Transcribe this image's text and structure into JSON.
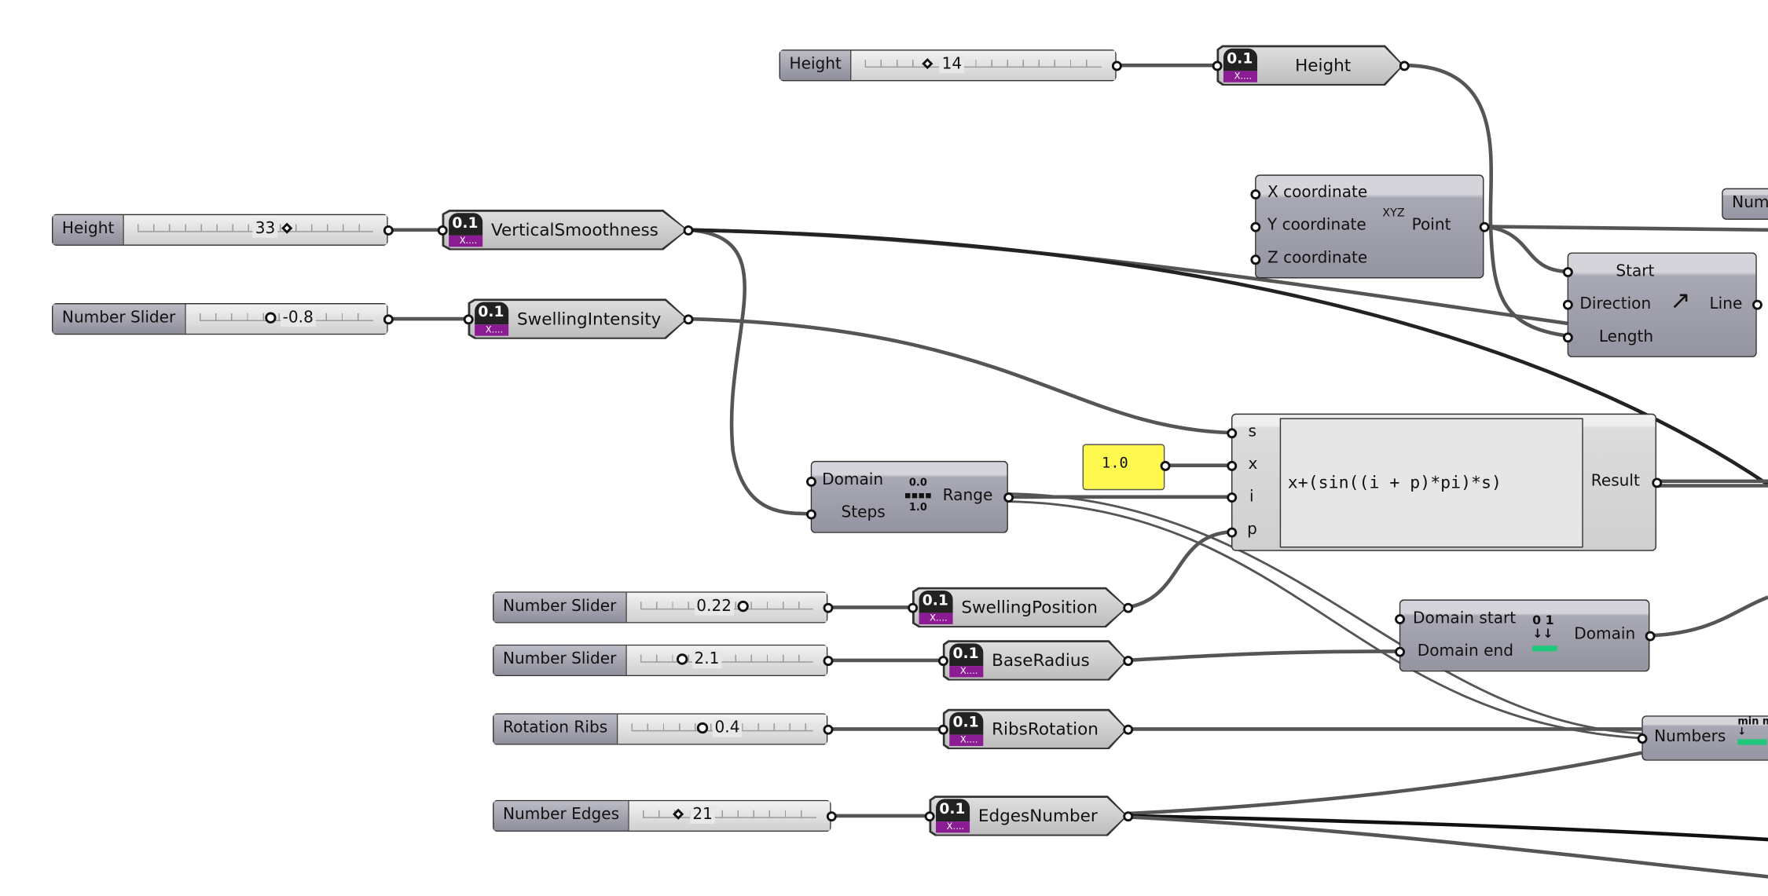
{
  "sliders": [
    {
      "label": "Height",
      "value": "14",
      "grip": "diamond"
    },
    {
      "label": "Height",
      "value": "33",
      "grip": "diamond"
    },
    {
      "label": "Number Slider",
      "value": "-0.8",
      "grip": "circle"
    },
    {
      "label": "Number Slider",
      "value": "0.22",
      "grip": "circle"
    },
    {
      "label": "Number Slider",
      "value": "2.1",
      "grip": "circle"
    },
    {
      "label": "Rotation Ribs",
      "value": "0.4",
      "grip": "circle"
    },
    {
      "label": "Number Edges",
      "value": "21",
      "grip": "diamond"
    }
  ],
  "params": [
    {
      "label": "Height",
      "icon": "0.1",
      "icon_sub": "X...."
    },
    {
      "label": "VerticalSmoothness",
      "icon": "0.1",
      "icon_sub": "X...."
    },
    {
      "label": "SwellingIntensity",
      "icon": "0.1",
      "icon_sub": "X...."
    },
    {
      "label": "SwellingPosition",
      "icon": "0.1",
      "icon_sub": "X...."
    },
    {
      "label": "BaseRadius",
      "icon": "0.1",
      "icon_sub": "X...."
    },
    {
      "label": "RibsRotation",
      "icon": "0.1",
      "icon_sub": "X...."
    },
    {
      "label": "EdgesNumber",
      "icon": "0.1",
      "icon_sub": "X...."
    }
  ],
  "point_node": {
    "inputs": [
      "X coordinate",
      "Y coordinate",
      "Z coordinate"
    ],
    "icon": "XYZ",
    "output": "Point"
  },
  "line_node": {
    "inputs": [
      "Start",
      "Direction",
      "Length"
    ],
    "output": "Line"
  },
  "range_node": {
    "inputs": [
      "Domain",
      "Steps"
    ],
    "icon_top": "0.0",
    "icon_bottom": "1.0",
    "output": "Range"
  },
  "panel": {
    "value": "1.0",
    "color": "#fff94f"
  },
  "expression_node": {
    "inputs": [
      "s",
      "x",
      "i",
      "p"
    ],
    "expression": "x+(sin((i + p)*pi)*s)",
    "output": "Result"
  },
  "domain_node": {
    "inputs": [
      "Domain start",
      "Domain end"
    ],
    "icon_a": "0",
    "icon_b": "1",
    "output": "Domain",
    "accent": "#1ec77a"
  },
  "bounds_node": {
    "input": "Numbers",
    "icon_min": "min",
    "icon_max": "max",
    "accent": "#1ec77a"
  },
  "partial_node": {
    "label": "Num"
  }
}
